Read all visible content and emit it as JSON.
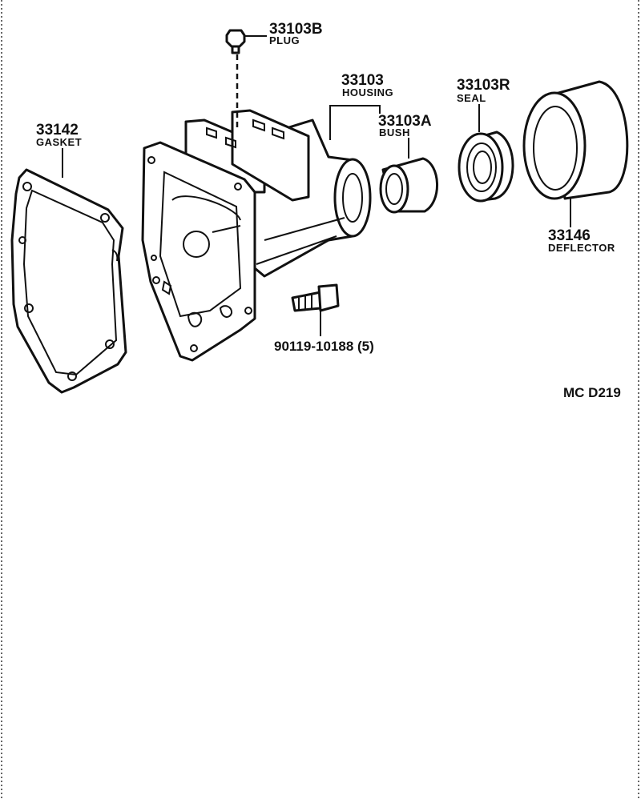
{
  "parts": {
    "plug": {
      "number": "33103B",
      "name": "PLUG"
    },
    "housing": {
      "number": "33103",
      "name": "HOUSING"
    },
    "seal": {
      "number": "33103R",
      "name": "SEAL"
    },
    "bush": {
      "number": "33103A",
      "name": "BUSH"
    },
    "gasket": {
      "number": "33142",
      "name": "GASKET"
    },
    "deflector": {
      "number": "33146",
      "name": "DEFLECTOR"
    },
    "bolt": {
      "label": "90119-10188 (5)"
    }
  },
  "diagram_code": "MC  D219"
}
